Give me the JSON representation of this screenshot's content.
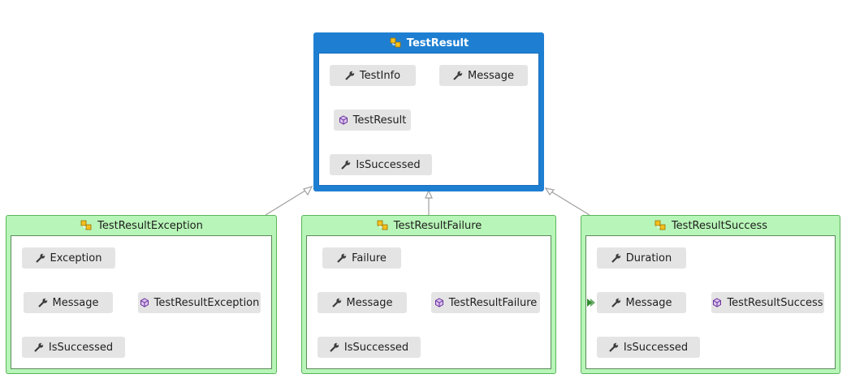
{
  "diagram": {
    "base": {
      "title": "TestResult",
      "members": {
        "test_info": "TestInfo",
        "message": "Message",
        "ctor": "TestResult",
        "is_successed": "IsSuccessed"
      }
    },
    "derived": [
      {
        "title": "TestResultException",
        "members": {
          "prop": "Exception",
          "message": "Message",
          "ctor": "TestResultException",
          "is_successed": "IsSuccessed"
        }
      },
      {
        "title": "TestResultFailure",
        "members": {
          "prop": "Failure",
          "message": "Message",
          "ctor": "TestResultFailure",
          "is_successed": "IsSuccessed"
        }
      },
      {
        "title": "TestResultSuccess",
        "members": {
          "prop": "Duration",
          "message": "Message",
          "ctor": "TestResultSuccess",
          "is_successed": "IsSuccessed"
        }
      }
    ]
  },
  "colors": {
    "base_header": "#1e7fd2",
    "derived_header": "#b8f5b8",
    "derived_border": "#5ab55a",
    "member_bg": "#e4e4e4",
    "connector": "#a0a0a0",
    "entry_marker": "#2e8b2e"
  },
  "icons": {
    "class": "class-icon",
    "property": "wrench-icon",
    "constructor": "cube-icon",
    "entry_point": "entry-arrow-icon"
  }
}
